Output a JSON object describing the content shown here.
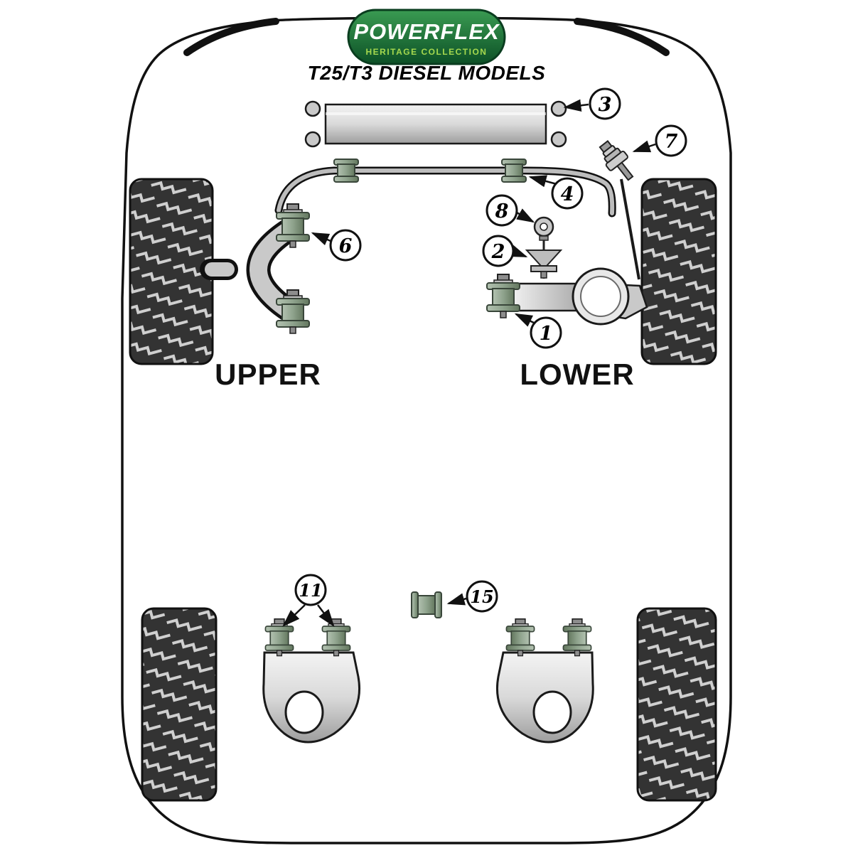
{
  "logo": {
    "brand": "POWERFLEX",
    "collection": "HERITAGE COLLECTION"
  },
  "title": "T25/T3 DIESEL MODELS",
  "labels": {
    "upper": "UPPER",
    "lower": "LOWER"
  },
  "callouts": {
    "c1": "1",
    "c2": "2",
    "c3": "3",
    "c4": "4",
    "c6": "6",
    "c7": "7",
    "c8": "8",
    "c11": "11",
    "c15": "15"
  },
  "colors": {
    "logo_green_dark": "#0c5026",
    "logo_green_light": "#3a9b52",
    "collection_green": "#a5d84e",
    "bush_green": "#93a893",
    "tire_dark": "#333333",
    "metal_light": "#f2f2f2",
    "metal_dark": "#9e9e9e",
    "outline_black": "#111111"
  }
}
